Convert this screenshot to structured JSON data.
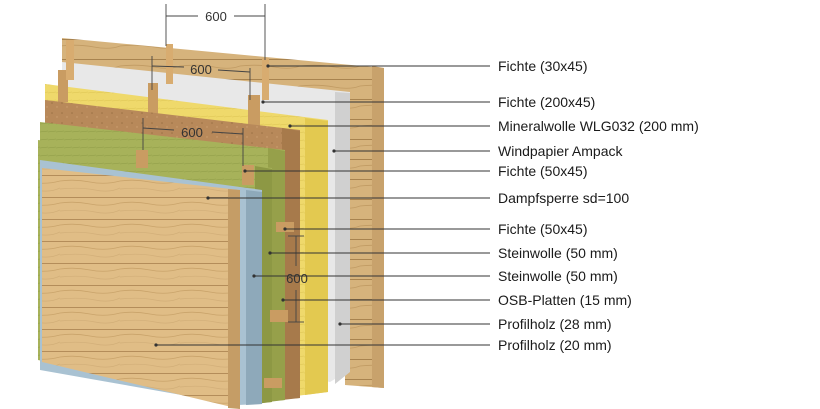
{
  "labels": {
    "l1": "Fichte (30x45)",
    "l2": "Fichte (200x45)",
    "l3": "Mineralwolle WLG032 (200 mm)",
    "l4": "Windpapier Ampack",
    "l5": "Fichte (50x45)",
    "l6": "Dampfsperre sd=100",
    "l7": "Fichte (50x45)",
    "l8": "Steinwolle (50 mm)",
    "l9": "Steinwolle (50 mm)",
    "l10": "OSB-Platten (15 mm)",
    "l11": "Profilholz (28 mm)",
    "l12": "Profilholz (20 mm)"
  },
  "dimensions": {
    "d1": "600",
    "d2": "600",
    "d3": "600",
    "d4": "600"
  },
  "colors": {
    "wood": "#e2c08a",
    "wood_dark": "#c9a36a",
    "mineral_wool": "#efdb6e",
    "stone_wool": "#a9b45a",
    "osb": "#b88a5a",
    "membrane": "#a8c0d0",
    "paper": "#e6e6e6"
  }
}
